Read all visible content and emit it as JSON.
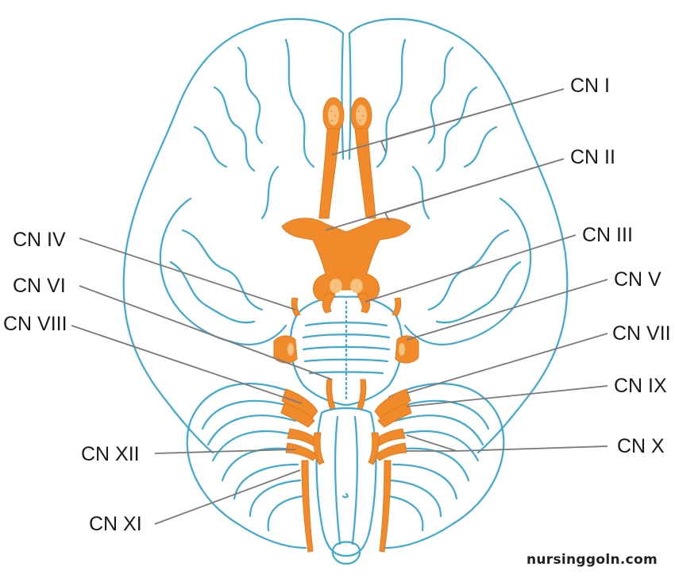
{
  "colors": {
    "outline": "#3ea9cf",
    "nerve": "#f08a2b",
    "nerve_light": "#f6c07e",
    "leader": "#7a7a7a",
    "text": "#1a1a1a"
  },
  "labels": {
    "cn_i": "CN I",
    "cn_ii": "CN II",
    "cn_iii": "CN III",
    "cn_iv": "CN IV",
    "cn_v": "CN V",
    "cn_vi": "CN VI",
    "cn_vii": "CN VII",
    "cn_viii": "CN VIII",
    "cn_ix": "CN IX",
    "cn_x": "CN X",
    "cn_xi": "CN XI",
    "cn_xii": "CN XII"
  },
  "watermark": "nursinggoln.com"
}
